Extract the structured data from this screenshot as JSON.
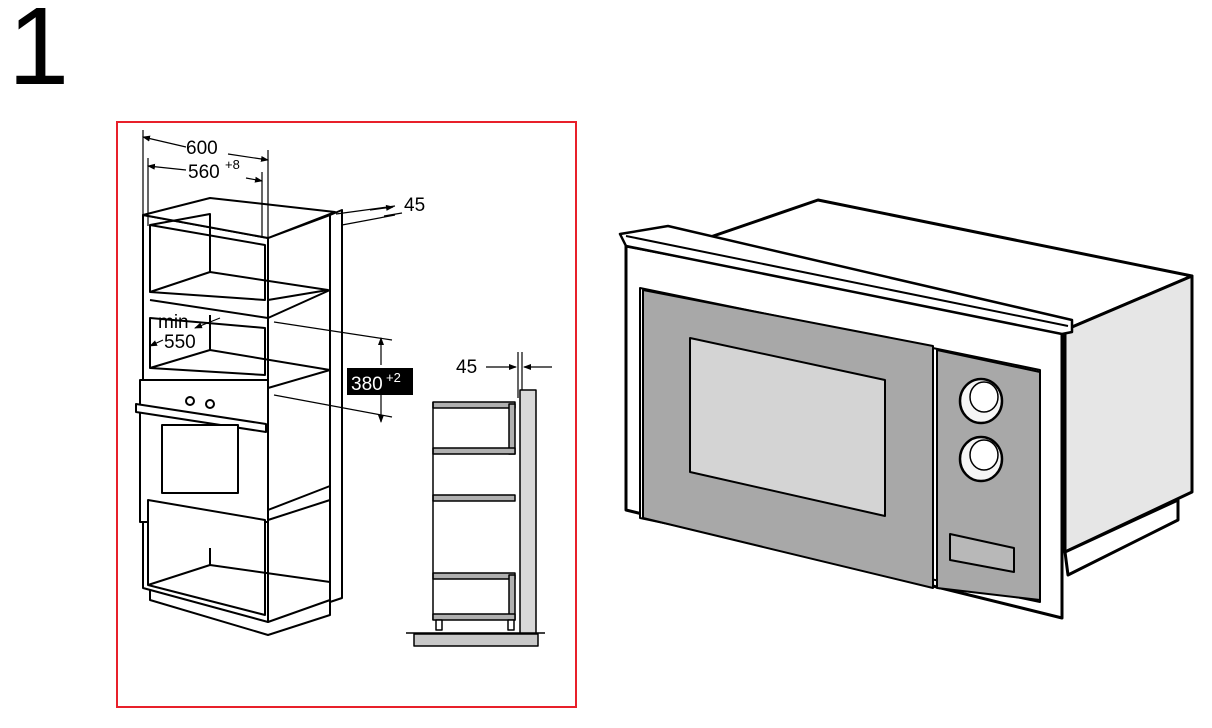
{
  "step": {
    "number": "1"
  },
  "dimensions": {
    "width_total": "600",
    "width_niche": "560",
    "width_niche_tol": "+8",
    "depth_offset": "45",
    "min_label": "min",
    "min_depth": "550",
    "height_niche": "380",
    "height_niche_tol": "+2",
    "side_offset": "45"
  },
  "colors": {
    "frame": "#e8202a",
    "panel_gray": "#a8a8a8",
    "window_gray": "#d4d4d4",
    "body_light": "#e6e6e6"
  }
}
